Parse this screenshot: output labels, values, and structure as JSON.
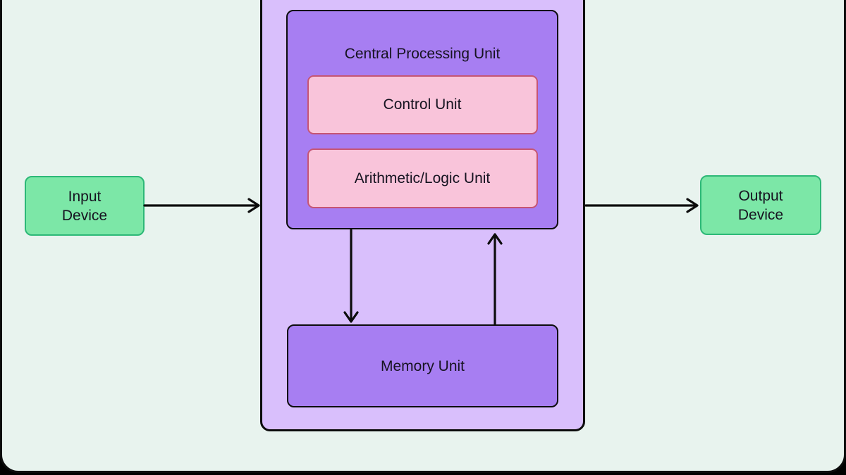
{
  "diagram": {
    "nodes": {
      "input": {
        "label": "Input\nDevice"
      },
      "cpu": {
        "label": "Central Processing Unit"
      },
      "control": {
        "label": "Control Unit"
      },
      "alu": {
        "label": "Arithmetic/Logic Unit"
      },
      "memory": {
        "label": "Memory Unit"
      },
      "output": {
        "label": "Output\nDevice"
      }
    },
    "connections": [
      {
        "from": "input",
        "to": "cpu",
        "direction": "right"
      },
      {
        "from": "cpu",
        "to": "output",
        "direction": "right"
      },
      {
        "from": "cpu",
        "to": "memory",
        "direction": "down"
      },
      {
        "from": "memory",
        "to": "cpu",
        "direction": "up"
      }
    ],
    "colors": {
      "canvas_background": "#e8f3ee",
      "cpu_container_fill": "#d9bffc",
      "unit_fill": "#a77ef2",
      "sub_unit_fill": "#f9c4da",
      "sub_unit_border": "#c65574",
      "device_fill": "#7ce7a7",
      "device_border": "#2db877",
      "line_color": "#0c0c0c",
      "text_color": "#161320"
    }
  }
}
